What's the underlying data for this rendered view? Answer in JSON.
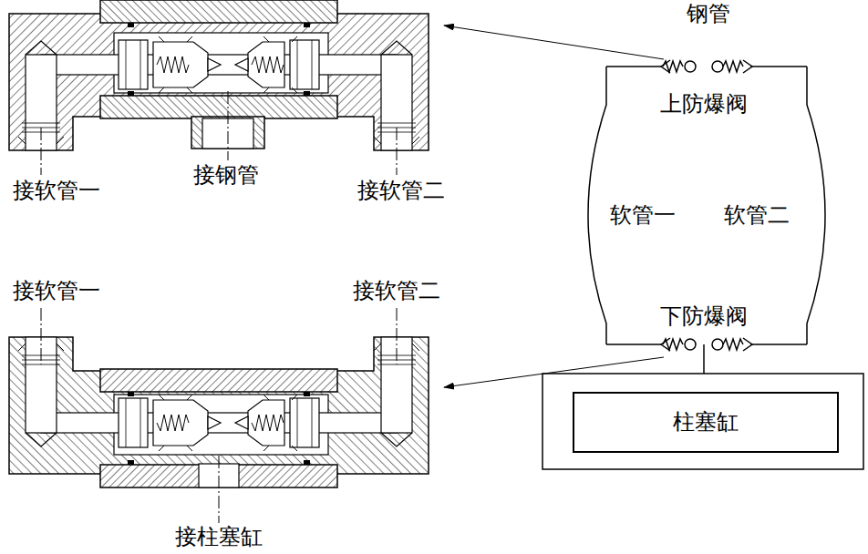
{
  "diagram": {
    "nodes": [
      {
        "text": [
          "柱塞缸"
        ]
      }
    ],
    "labels": [
      "钢管",
      "上防爆阀",
      "软管一",
      "软管二",
      "下防爆阀",
      "接软管一",
      "接钢管",
      "接软管二",
      "接软管一",
      "接软管二",
      "接柱塞缸"
    ]
  }
}
